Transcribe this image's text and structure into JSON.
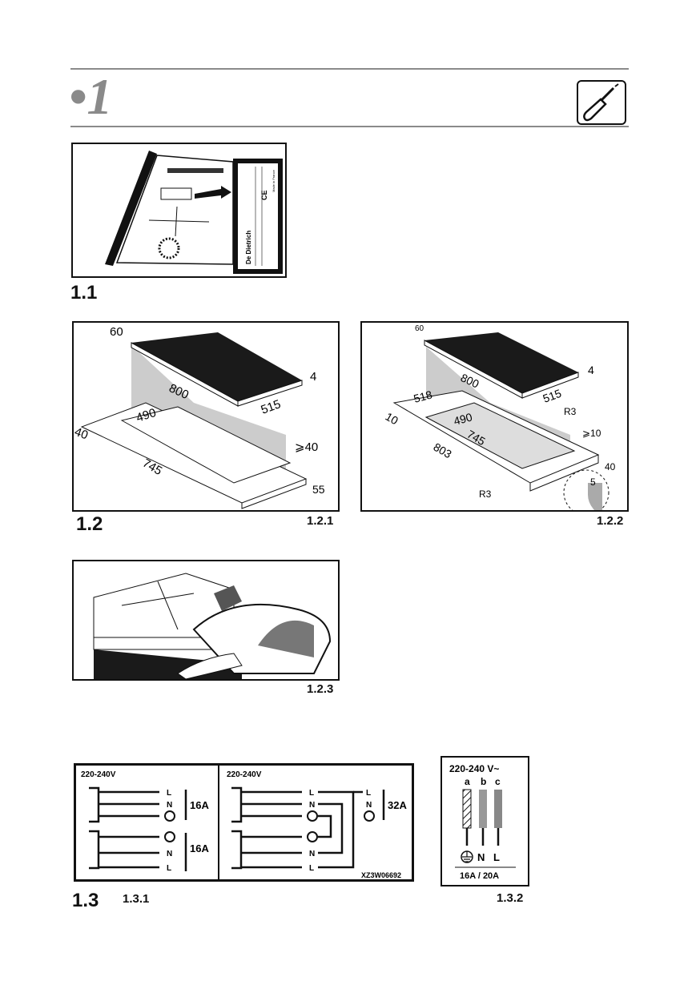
{
  "header": {
    "chapter_number": "1",
    "tool_icon": "screwdriver-icon"
  },
  "fig_1_1": {
    "label": "1.1",
    "rating_plate": {
      "brand": "De Dietrich",
      "ce_mark": "CE",
      "origin": "Made in France"
    }
  },
  "fig_1_2": {
    "label": "1.2"
  },
  "fig_1_2_1": {
    "label": "1.2.1",
    "dims": {
      "thickness": "60",
      "edge": "4",
      "length": "800",
      "depth": "515",
      "cut_depth": "490",
      "margin": "40",
      "min_margin": "⩾40",
      "cut_length": "745",
      "front": "55"
    }
  },
  "fig_1_2_2": {
    "label": "1.2.2",
    "dims": {
      "thickness": "60",
      "edge": "4",
      "length": "800",
      "depth": "515",
      "recess_depth": "518",
      "cut_depth": "490",
      "cut_length": "745",
      "recess_length": "803",
      "min_margin": "⩾10",
      "margin": "40",
      "edge_gap": "10",
      "radius_top": "R3",
      "radius_bottom": "R3",
      "detail": "5"
    }
  },
  "fig_1_2_3": {
    "label": "1.2.3"
  },
  "fig_1_3": {
    "label": "1.3"
  },
  "fig_1_3_1": {
    "label": "1.3.1",
    "voltage_left": "220-240V",
    "voltage_right": "220-240V",
    "terminal_L": "L",
    "terminal_N": "N",
    "fuse_top": "16A",
    "fuse_bottom": "16A",
    "fuse_combined": "32A",
    "ref_code": "XZ3W06692"
  },
  "fig_1_3_2": {
    "label": "1.3.2",
    "voltage": "220-240 V~",
    "wires": [
      "a",
      "b",
      "c"
    ],
    "terminal_N": "N",
    "terminal_L": "L",
    "fuse": "16A / 20A"
  }
}
